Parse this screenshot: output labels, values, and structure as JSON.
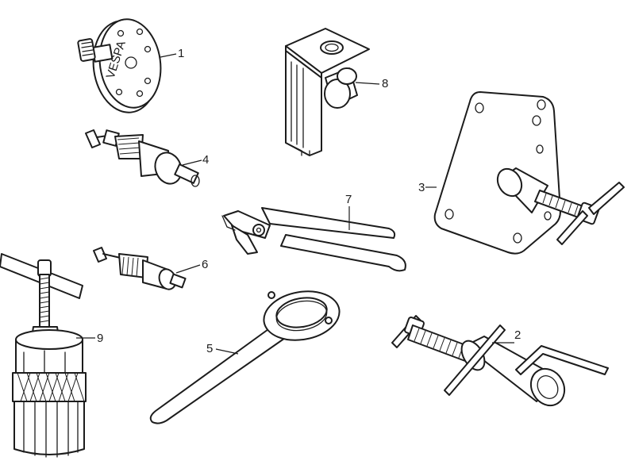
{
  "callouts": {
    "tool_1": "1",
    "tool_2": "2",
    "tool_3": "3",
    "tool_4": "4",
    "tool_5": "5",
    "tool_6": "6",
    "tool_7": "7",
    "tool_8": "8",
    "tool_9": "9"
  },
  "engraving": {
    "tool_1_disc": "VESPA"
  }
}
